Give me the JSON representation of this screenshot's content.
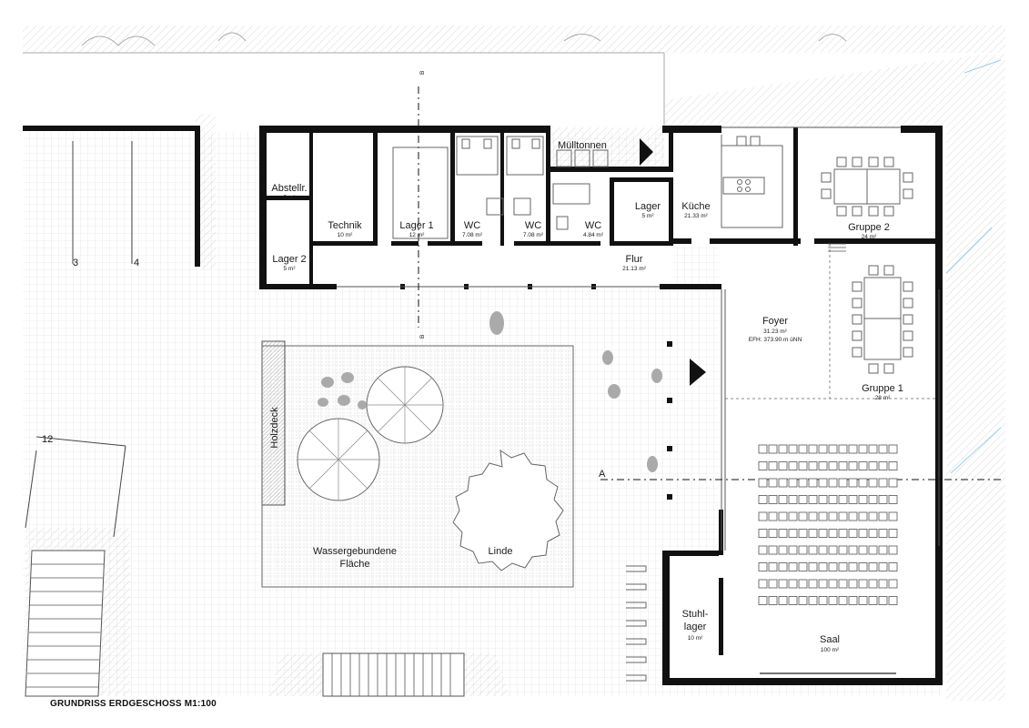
{
  "drawing": {
    "caption": "GRUNDRISS ERDGESCHOSS M1:100",
    "section_marks": {
      "a": "A",
      "b_top": "B",
      "b_bottom": "B"
    },
    "parking_numbers": [
      "3",
      "4",
      "12"
    ]
  },
  "rooms": [
    {
      "id": "abstellraum",
      "name": "Abstellr.",
      "area": "5 m²"
    },
    {
      "id": "lager-2",
      "name": "Lager 2",
      "area": "5 m²"
    },
    {
      "id": "technik",
      "name": "Technik",
      "area": "10 m²"
    },
    {
      "id": "lager-1",
      "name": "Lager 1",
      "area": "12 m²"
    },
    {
      "id": "wc-1",
      "name": "WC",
      "area": "7.08 m²"
    },
    {
      "id": "wc-2",
      "name": "WC",
      "area": "7.08 m²"
    },
    {
      "id": "wc-3",
      "name": "WC",
      "area": "4.84 m²"
    },
    {
      "id": "lager-small",
      "name": "Lager",
      "area": "5 m²"
    },
    {
      "id": "kueche",
      "name": "Küche",
      "area": "21.33 m²"
    },
    {
      "id": "gruppe-2",
      "name": "Gruppe 2",
      "area": "24 m²"
    },
    {
      "id": "flur",
      "name": "Flur",
      "area": "21.13 m²"
    },
    {
      "id": "foyer",
      "name": "Foyer",
      "area": "31.23 m²",
      "note": "EFH: 373.90 m üNN"
    },
    {
      "id": "gruppe-1",
      "name": "Gruppe 1",
      "area": "28 m²"
    },
    {
      "id": "stuhllager",
      "name_line1": "Stuhl-",
      "name_line2": "lager",
      "area": "10 m²"
    },
    {
      "id": "saal",
      "name": "Saal",
      "area": "100 m²"
    }
  ],
  "outdoor": {
    "muelltonnen": "Mülltonnen",
    "holzdeck": "Holzdeck",
    "surface_line1": "Wassergebundene",
    "surface_line2": "Fläche",
    "tree": "Linde"
  },
  "colors": {
    "wall": "#111111",
    "grid": "#d9d9d9",
    "hatch": "#cfcfcf",
    "furniture": "#666666",
    "water": "#9ad0ea"
  }
}
